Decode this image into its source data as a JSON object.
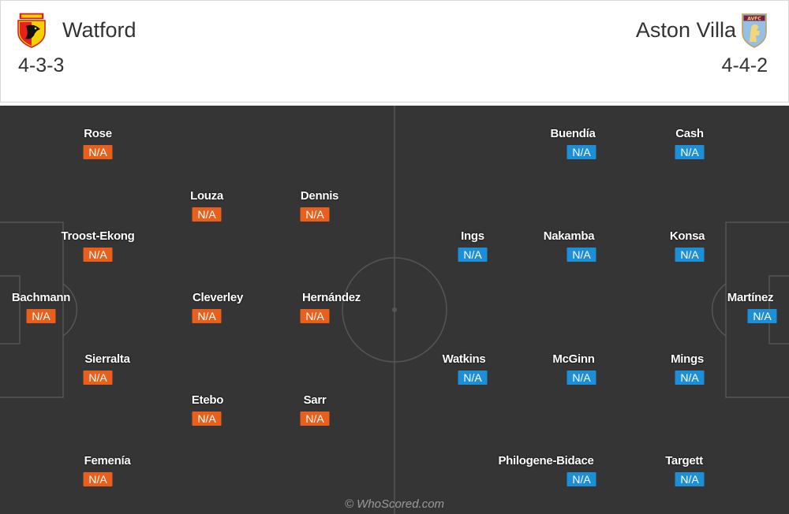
{
  "home": {
    "name": "Watford",
    "formation": "4-3-3",
    "color": "#e8601c",
    "crest_icon": "watford-crest-icon",
    "players": [
      {
        "name": "Bachmann",
        "rating": "N/A"
      },
      {
        "name": "Rose",
        "rating": "N/A"
      },
      {
        "name": "Troost-Ekong",
        "rating": "N/A"
      },
      {
        "name": "Sierralta",
        "rating": "N/A"
      },
      {
        "name": "Femenía",
        "rating": "N/A"
      },
      {
        "name": "Louza",
        "rating": "N/A"
      },
      {
        "name": "Cleverley",
        "rating": "N/A"
      },
      {
        "name": "Etebo",
        "rating": "N/A"
      },
      {
        "name": "Dennis",
        "rating": "N/A"
      },
      {
        "name": "Hernández",
        "rating": "N/A"
      },
      {
        "name": "Sarr",
        "rating": "N/A"
      }
    ]
  },
  "away": {
    "name": "Aston Villa",
    "formation": "4-4-2",
    "color": "#1c8fd6",
    "crest_icon": "aston-villa-crest-icon",
    "players": [
      {
        "name": "Martínez",
        "rating": "N/A"
      },
      {
        "name": "Cash",
        "rating": "N/A"
      },
      {
        "name": "Konsa",
        "rating": "N/A"
      },
      {
        "name": "Mings",
        "rating": "N/A"
      },
      {
        "name": "Targett",
        "rating": "N/A"
      },
      {
        "name": "Buendía",
        "rating": "N/A"
      },
      {
        "name": "Nakamba",
        "rating": "N/A"
      },
      {
        "name": "McGinn",
        "rating": "N/A"
      },
      {
        "name": "Philogene-Bidace",
        "rating": "N/A"
      },
      {
        "name": "Ings",
        "rating": "N/A"
      },
      {
        "name": "Watkins",
        "rating": "N/A"
      }
    ]
  },
  "watermark": "© WhoScored.com",
  "pitch_color": "#353535"
}
